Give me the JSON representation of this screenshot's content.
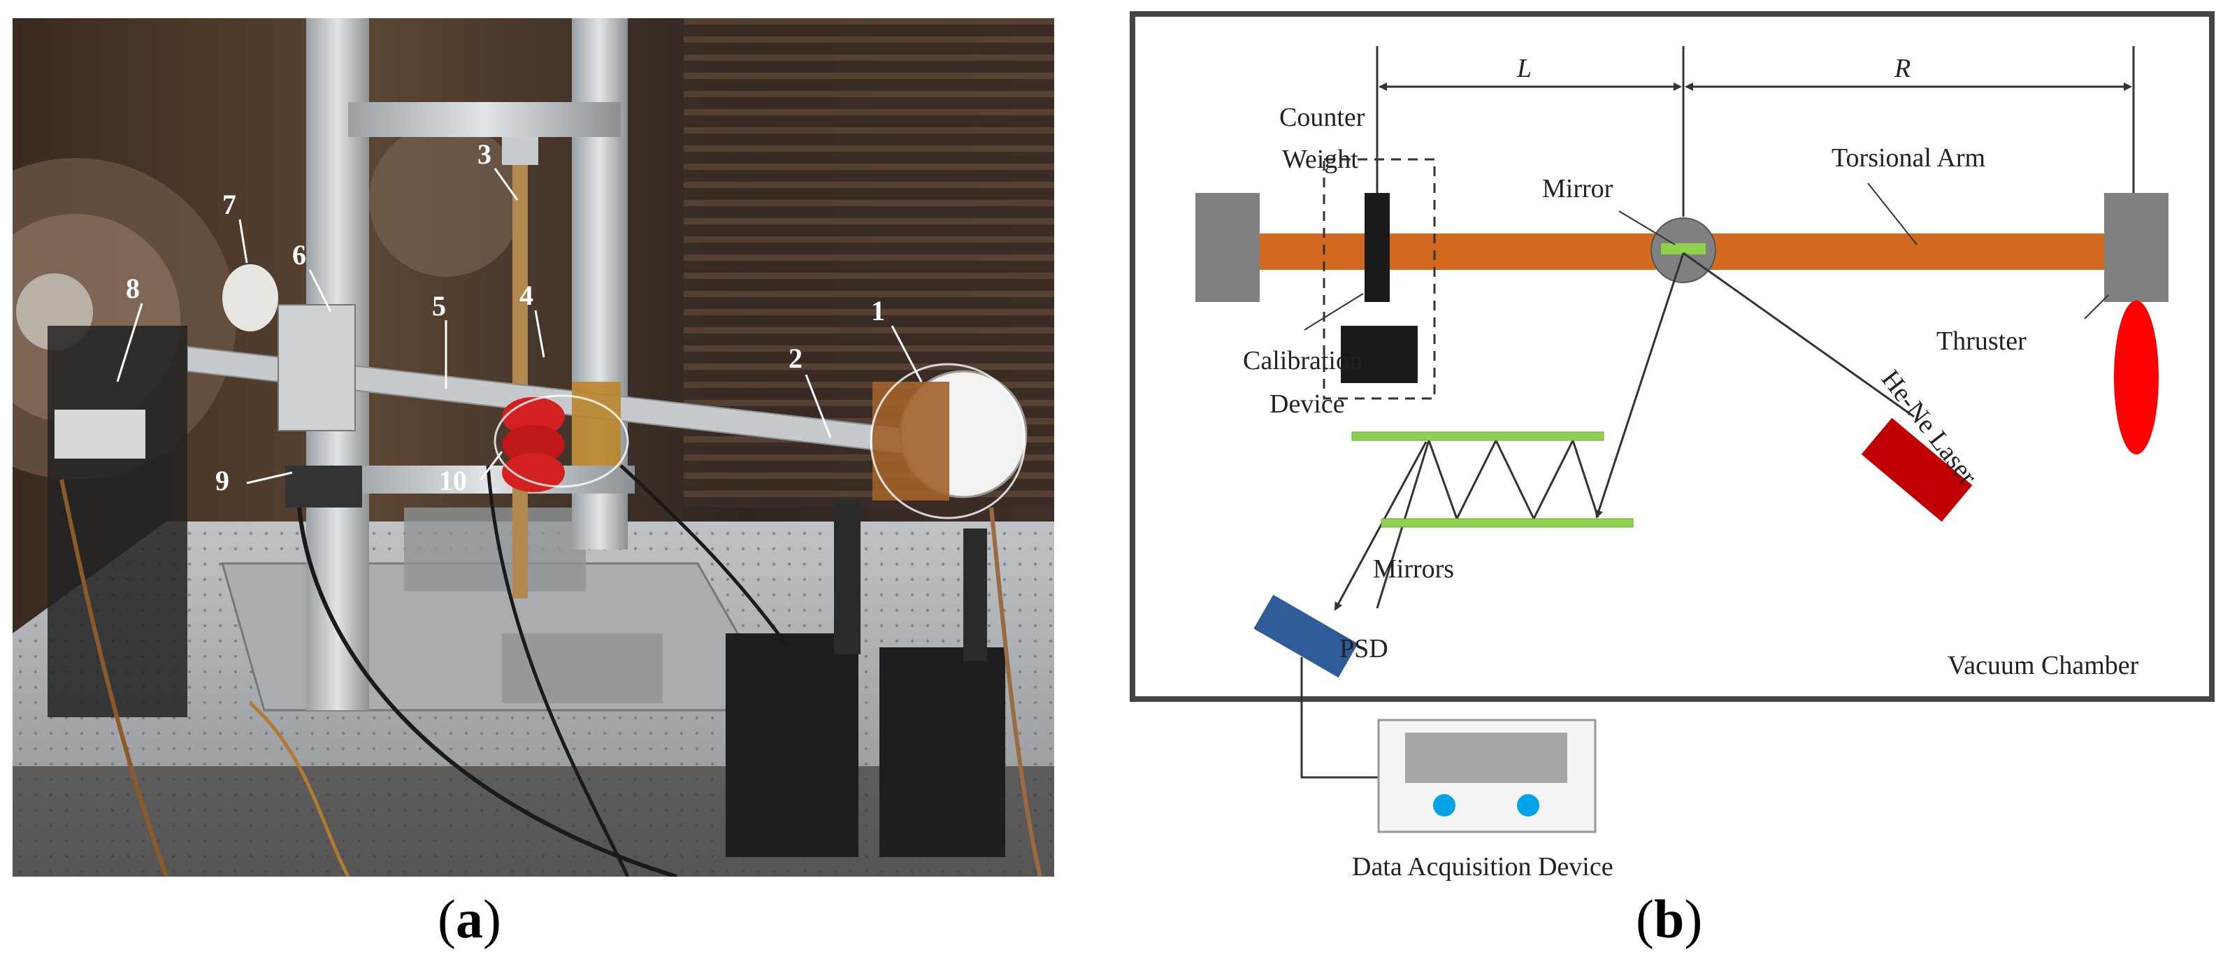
{
  "panel_a": {
    "caption_open": "(",
    "caption_letter": "a",
    "caption_close": ")",
    "callouts": [
      "1",
      "2",
      "3",
      "4",
      "5",
      "6",
      "7",
      "8",
      "9",
      "10"
    ]
  },
  "panel_b": {
    "caption_open": "(",
    "caption_letter": "b",
    "caption_close": ")",
    "labels": {
      "L": "L",
      "R": "R",
      "counter_weight_line1": "Counter",
      "counter_weight_line2": "Weight",
      "mirror": "Mirror",
      "torsional_arm": "Torsional Arm",
      "calibration_line1": "Calibration",
      "calibration_line2": "Device",
      "thruster": "Thruster",
      "laser": "He-Ne Laser",
      "mirrors": "Mirrors",
      "psd": "PSD",
      "vacuum_chamber": "Vacuum Chamber",
      "data_acquisition": "Data Acquisition Device"
    },
    "colors": {
      "arm": "#d2691e",
      "mirror_green": "#8fd14f",
      "laser_red": "#c00000",
      "plume_red": "#ff0000",
      "psd_blue": "#2e5c99",
      "gray": "#808080",
      "indicator_blue": "#00a2e8"
    }
  }
}
